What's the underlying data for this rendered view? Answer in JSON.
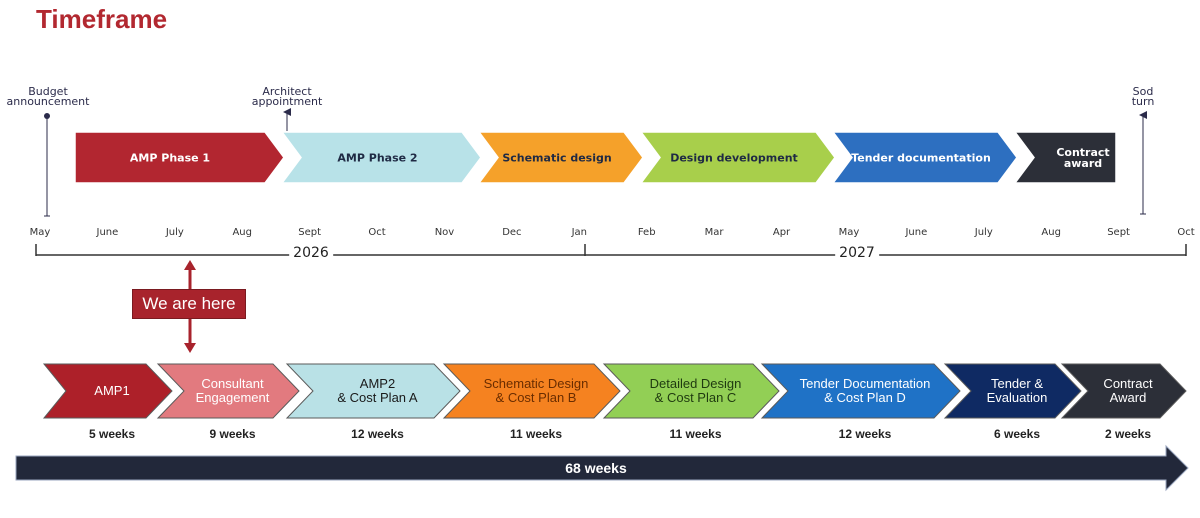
{
  "title": "Timeframe",
  "markers": {
    "budget": {
      "line1": "Budget",
      "line2": "announcement"
    },
    "architect": {
      "line1": "Architect",
      "line2": "appointment"
    },
    "sod": {
      "line1": "Sod",
      "line2": "turn"
    }
  },
  "phases": [
    {
      "label": "AMP Phase 1",
      "color": "#b22630",
      "text_color": "#ffffff"
    },
    {
      "label": "AMP Phase 2",
      "color": "#b8e2e8",
      "text_color": "#1f2a44"
    },
    {
      "label": "Schematic design",
      "color": "#f5a12a",
      "text_color": "#1f2a44"
    },
    {
      "label": "Design development",
      "color": "#a8cf4b",
      "text_color": "#1f2a44"
    },
    {
      "label": "Tender documentation",
      "color": "#2d6fc0",
      "text_color": "#ffffff"
    },
    {
      "label": "Contract award",
      "line1": "Contract",
      "line2": "award",
      "color": "#2c2f38",
      "text_color": "#ffffff"
    }
  ],
  "months": [
    "May",
    "June",
    "July",
    "Aug",
    "Sept",
    "Oct",
    "Nov",
    "Dec",
    "Jan",
    "Feb",
    "Mar",
    "Apr",
    "May",
    "June",
    "July",
    "Aug",
    "Sept",
    "Oct"
  ],
  "years": [
    "2026",
    "2027"
  ],
  "we_are_here": "We are here",
  "stages": [
    {
      "label": "AMP1",
      "duration": "5 weeks",
      "color": "#ad2029",
      "text_color": "#ffffff"
    },
    {
      "label": "Consultant\nEngagement",
      "duration": "9 weeks",
      "color": "#e27a7f",
      "text_color": "#ffffff"
    },
    {
      "label": "AMP2\n& Cost Plan A",
      "duration": "12 weeks",
      "color": "#b9e1e6",
      "text_color": "#1a1a1a"
    },
    {
      "label": "Schematic Design\n& Cost Plan B",
      "duration": "11 weeks",
      "color": "#f58220",
      "text_color": "#6a2d00"
    },
    {
      "label": "Detailed Design\n& Cost Plan C",
      "duration": "11 weeks",
      "color": "#92cf55",
      "text_color": "#1f3a10"
    },
    {
      "label": "Tender Documentation\n& Cost Plan D",
      "duration": "12 weeks",
      "color": "#1f72c6",
      "text_color": "#ffffff"
    },
    {
      "label": "Tender &\nEvaluation",
      "duration": "6 weeks",
      "color": "#0f2a63",
      "text_color": "#ffffff"
    },
    {
      "label": "Contract\nAward",
      "duration": "2 weeks",
      "color": "#2c2f38",
      "text_color": "#ffffff"
    }
  ],
  "total_duration": "68 weeks",
  "colors": {
    "title": "#b22830",
    "total_bar": "#22283a",
    "axis": "#333333"
  }
}
